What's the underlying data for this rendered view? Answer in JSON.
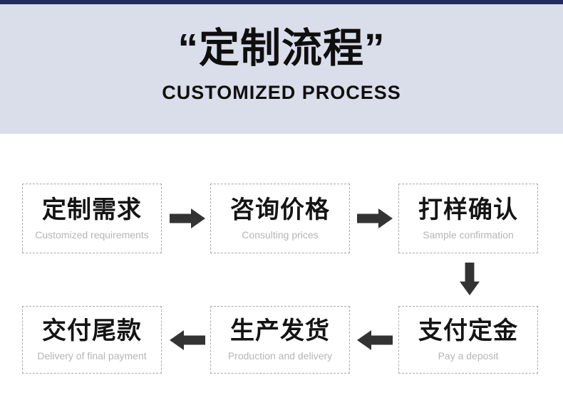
{
  "colors": {
    "top_bar": "#232c5f",
    "header_bg": "#dadeeb",
    "arrow": "#333333",
    "box_border": "#aaaaaa",
    "zh_text": "#141414",
    "en_text": "#b5b5b5",
    "title_text": "#0f0f0f"
  },
  "header": {
    "title": "“定制流程”",
    "subtitle": "CUSTOMIZED PROCESS"
  },
  "steps": [
    {
      "zh": "定制需求",
      "en": "Customized requirements"
    },
    {
      "zh": "咨询价格",
      "en": "Consulting prices"
    },
    {
      "zh": "打样确认",
      "en": "Sample confirmation"
    },
    {
      "zh": "支付定金",
      "en": "Pay a deposit"
    },
    {
      "zh": "生产发货",
      "en": "Production and delivery"
    },
    {
      "zh": "交付尾款",
      "en": "Delivery of final payment"
    }
  ]
}
